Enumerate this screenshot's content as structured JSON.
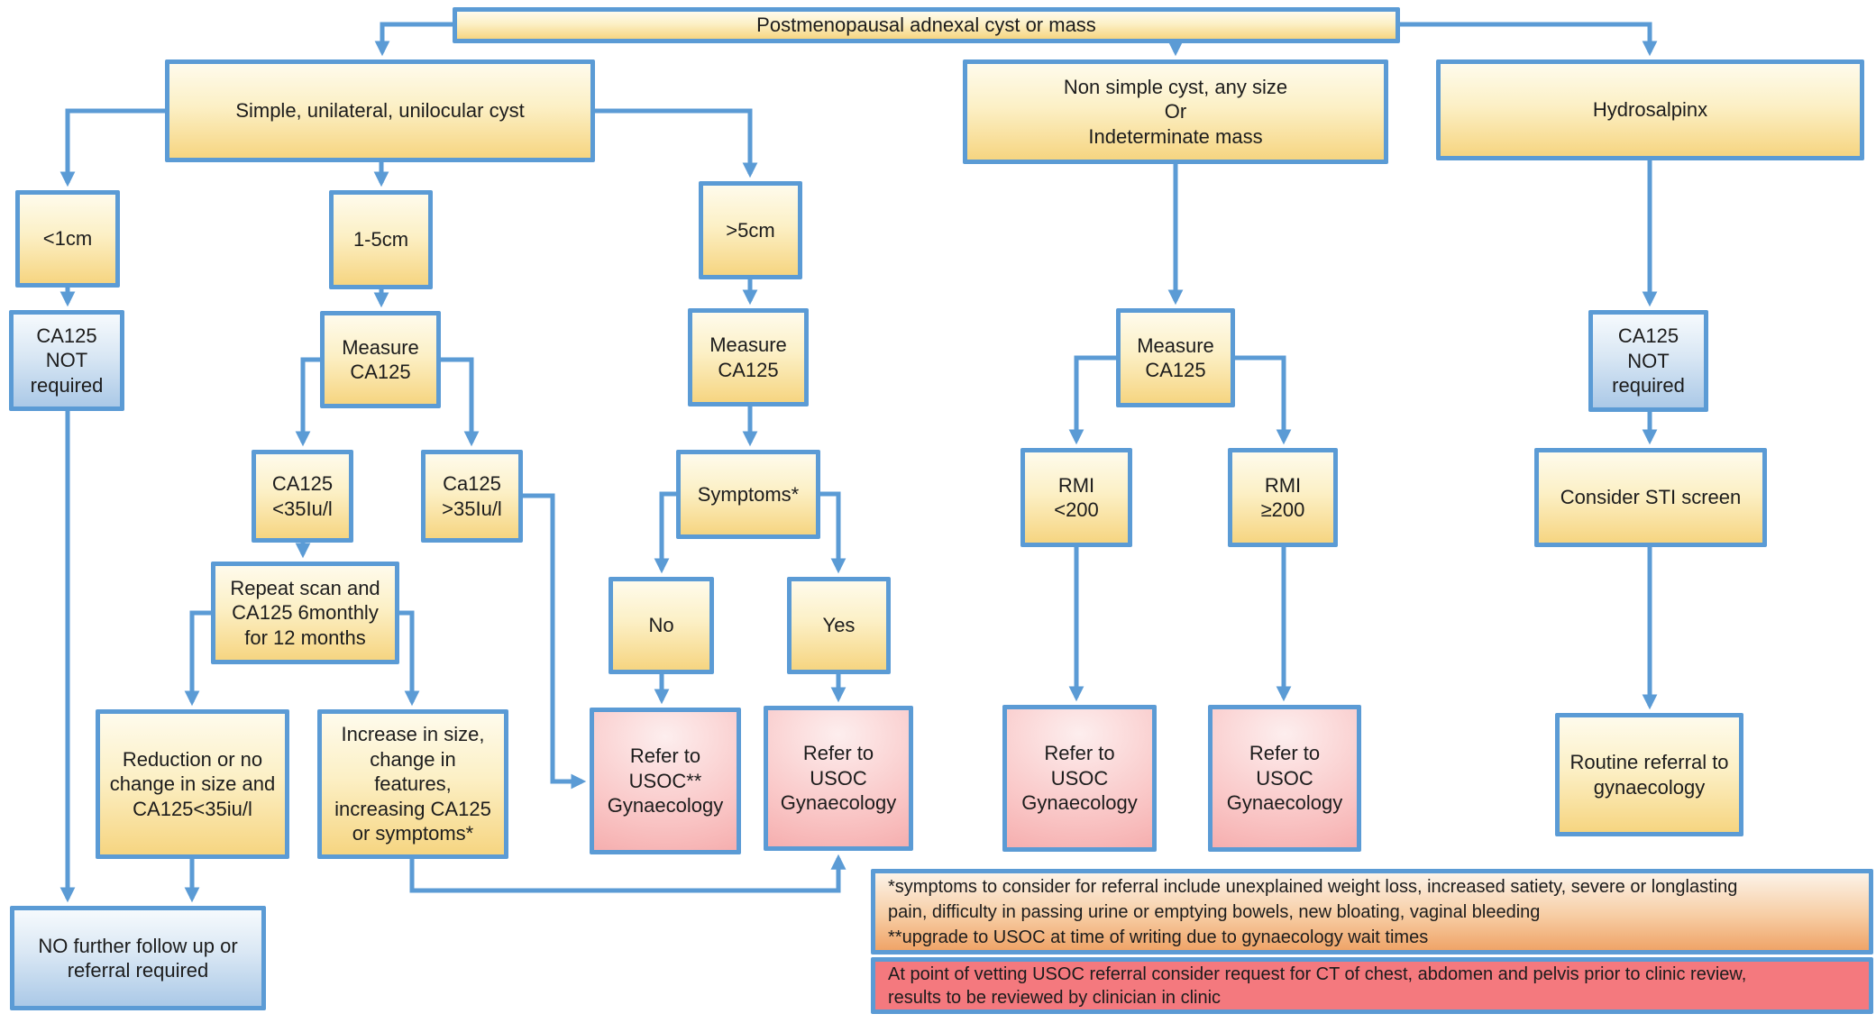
{
  "title": "Postmenopausal adnexal cyst or mass",
  "colors": {
    "connector_blue": "#5b9bd5",
    "yellow_box_top": "#fefbec",
    "yellow_box_bottom": "#f6d581",
    "blue_box_top": "#f6fafd",
    "blue_box_bottom": "#abc9e7",
    "pink_box_top": "#fdeeee",
    "pink_box_bottom": "#f39e9e",
    "note_orange_top": "#fcf3e8",
    "note_orange_bottom": "#efa468",
    "note_pink": "#f4797e"
  },
  "nodes": {
    "top": {
      "text": "Postmenopausal adnexal cyst or mass"
    },
    "simple": {
      "text": "Simple, unilateral, unilocular cyst"
    },
    "nonsimple": {
      "text": "Non simple cyst, any size\nOr\nIndeterminate mass"
    },
    "hydro": {
      "text": "Hydrosalpinx"
    },
    "lt1cm": {
      "text": "<1cm"
    },
    "cm1_5": {
      "text": "1-5cm"
    },
    "gt5cm": {
      "text": ">5cm"
    },
    "ca125_not_left": {
      "text": "CA125\nNOT\nrequired"
    },
    "measure_left": {
      "text": "Measure\nCA125"
    },
    "measure_mid": {
      "text": "Measure\nCA125"
    },
    "measure_right": {
      "text": "Measure\nCA125"
    },
    "ca125_not_right": {
      "text": "CA125\nNOT\nrequired"
    },
    "ca125_lt35": {
      "text": "CA125\n<35Iu/l"
    },
    "ca125_gt35": {
      "text": "Ca125\n>35Iu/l"
    },
    "symptoms": {
      "text": "Symptoms*"
    },
    "rmi_lt200": {
      "text": "RMI\n<200"
    },
    "rmi_ge200": {
      "text": "RMI\n≥200"
    },
    "sti": {
      "text": "Consider STI screen"
    },
    "repeat_scan": {
      "text": "Repeat scan and\nCA125 6monthly\nfor 12 months"
    },
    "no": {
      "text": "No"
    },
    "yes": {
      "text": "Yes"
    },
    "reduction": {
      "text": "Reduction or no\nchange in size and\nCA125<35iu/l"
    },
    "increase": {
      "text": "Increase in size,\nchange in\nfeatures,\nincreasing CA125\nor symptoms*"
    },
    "usoc_starstar": {
      "text": "Refer to\nUSOC**\nGynaecology"
    },
    "usoc_yes": {
      "text": "Refer to\nUSOC\nGynaecology"
    },
    "usoc_rmi_lt": {
      "text": "Refer to\nUSOC\nGynaecology"
    },
    "usoc_rmi_ge": {
      "text": "Refer to\nUSOC\nGynaecology"
    },
    "routine": {
      "text": "Routine referral to\ngynaecology"
    },
    "no_further": {
      "text": "NO further follow up or\nreferral required"
    }
  },
  "notes": {
    "symptoms_note": {
      "text": "*symptoms  to consider for referral include unexplained weight loss, increased satiety, severe or longlasting\npain, difficulty in passing urine or emptying bowels, new bloating, vaginal bleeding\n**upgrade to USOC at time of writing due to gynaecology wait times"
    },
    "vetting_note": {
      "text": "At point of vetting USOC referral consider request for CT of chest, abdomen and pelvis prior to clinic review,\nresults to be reviewed by clinician in clinic"
    }
  }
}
